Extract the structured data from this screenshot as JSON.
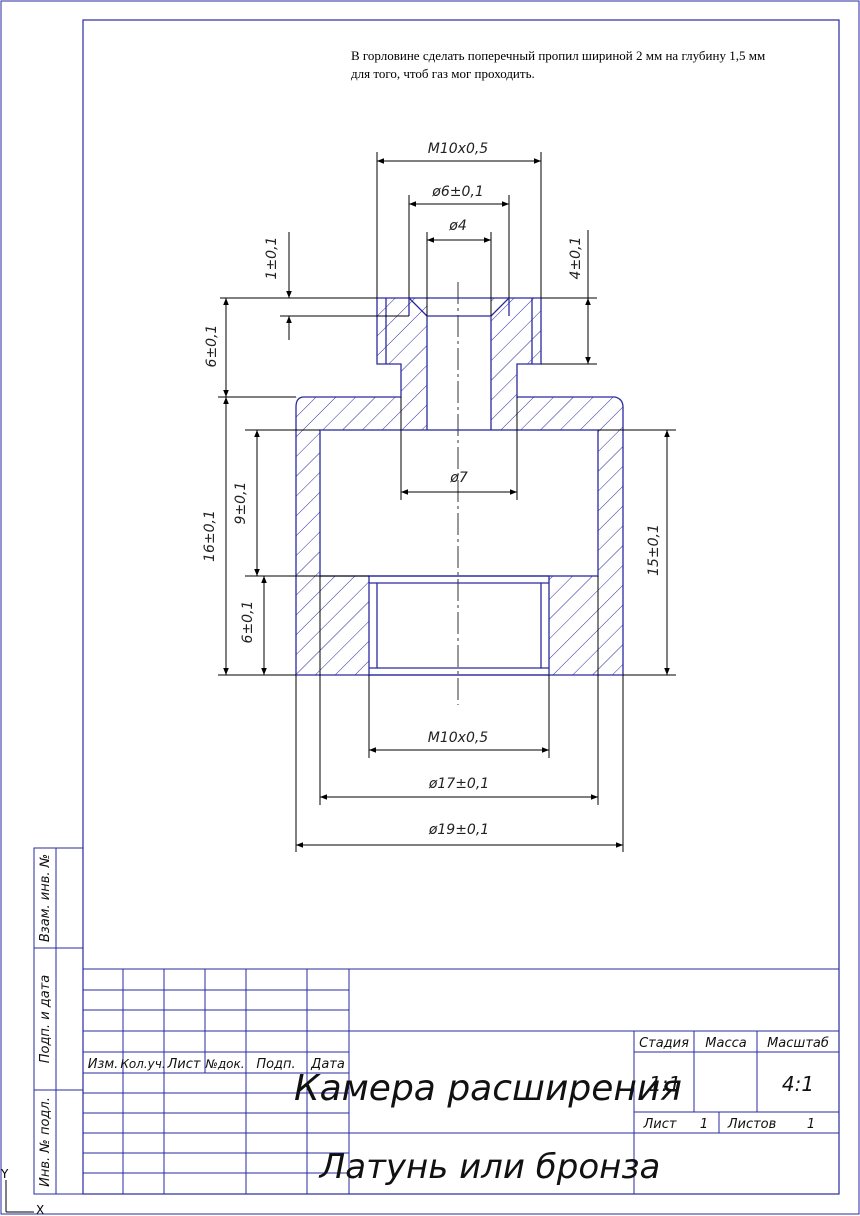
{
  "note": {
    "line1": "В горловине сделать поперечный пропил шириной 2 мм на глубину 1,5 мм",
    "line2": "для того, чтоб газ мог проходить."
  },
  "dimensions": {
    "thread_top": "M10x0,5",
    "d_6": "ø6±0,1",
    "d_4": "ø4",
    "h_1": "1±0,1",
    "h_4": "4±0,1",
    "h_6_top": "6±0,1",
    "d_7": "ø7",
    "h_9": "9±0,1",
    "h_16": "16±0,1",
    "h_15": "15±0,1",
    "h_6_bottom": "6±0,1",
    "thread_bottom": "M10x0,5",
    "d_17": "ø17±0,1",
    "d_19": "ø19±0,1"
  },
  "side_stamp": {
    "vzam": "Взам. инв. №",
    "podp_data": "Подп. и дата",
    "inv_podl": "Инв. № подл."
  },
  "title_block": {
    "col_izm": "Изм.",
    "col_kol": "Кол.уч.",
    "col_list": "Лист",
    "col_ndok": "№док.",
    "col_podp": "Подп.",
    "col_data": "Дата",
    "name": "Камера расширения",
    "material": "Латунь или бронза",
    "stadia_label": "Стадия",
    "massa_label": "Масса",
    "masshtab_label": "Масштаб",
    "stadia_value": "1:1",
    "masshtab_value": "4:1",
    "list_label": "Лист",
    "list_value": "1",
    "listov_label": "Листов",
    "listov_value": "1"
  },
  "axes": {
    "y": "Y",
    "x": "X"
  }
}
